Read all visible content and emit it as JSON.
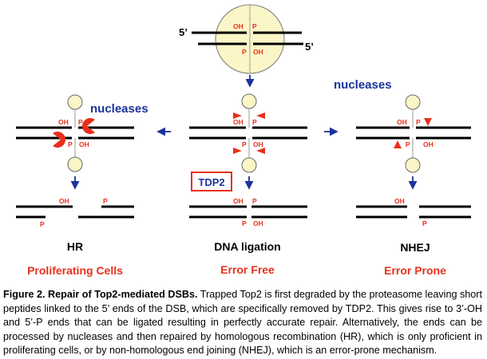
{
  "diagram": {
    "top": {
      "label_5prime_left": "5’",
      "label_5prime_right": "5’",
      "oh_top": "OH",
      "p_top": "P",
      "p_bottom": "P",
      "oh_bottom": "OH"
    },
    "left_panel": {
      "nucleases": "nucleases",
      "oh_top": "OH",
      "p_top": "P",
      "p_bottom": "P",
      "oh_bottom": "OH",
      "p_lower_right": "P",
      "oh_lower_left": "OH",
      "p_lower_left": "P",
      "title": "HR",
      "outcome": "Proliferating Cells"
    },
    "middle_panel": {
      "oh_top": "OH",
      "p_top": "P",
      "p_bottom": "P",
      "oh_bottom": "OH",
      "tdp2_label": "TDP2",
      "oh_lower_top": "OH",
      "p_lower_top": "P",
      "p_lower_bottom": "P",
      "oh_lower_bottom": "OH",
      "title": "DNA ligation",
      "outcome": "Error Free"
    },
    "right_panel": {
      "nucleases": "nucleases",
      "oh_top": "OH",
      "p_top": "P",
      "p_bottom": "P",
      "oh_bottom": "OH",
      "oh_lower_top": "OH",
      "p_lower_bottom": "P",
      "title": "NHEJ",
      "outcome": "Error Prone"
    },
    "colors": {
      "strand": "#000000",
      "label_red": "#e8301c",
      "arrow_blue": "#1a3399",
      "protein_fill": "#fbf6c8",
      "protein_stroke": "#555555",
      "nuclease_red": "#e8301c"
    }
  },
  "caption": {
    "lead": "Figure 2. Repair of Top2-mediated DSBs.",
    "body": " Trapped Top2 is first degraded by the proteasome leaving short peptides linked to the 5’ ends of the DSB, which are specifically removed by TDP2. This gives rise to 3’-OH and 5’-P ends that can be ligated resulting in perfectly accurate repair. Alternatively, the ends can be processed by nucleases and then repaired by homologous recombination (HR), which is only proficient in proliferating cells, or by non-homologous end joining (NHEJ), which is an error-prone mechanism."
  }
}
